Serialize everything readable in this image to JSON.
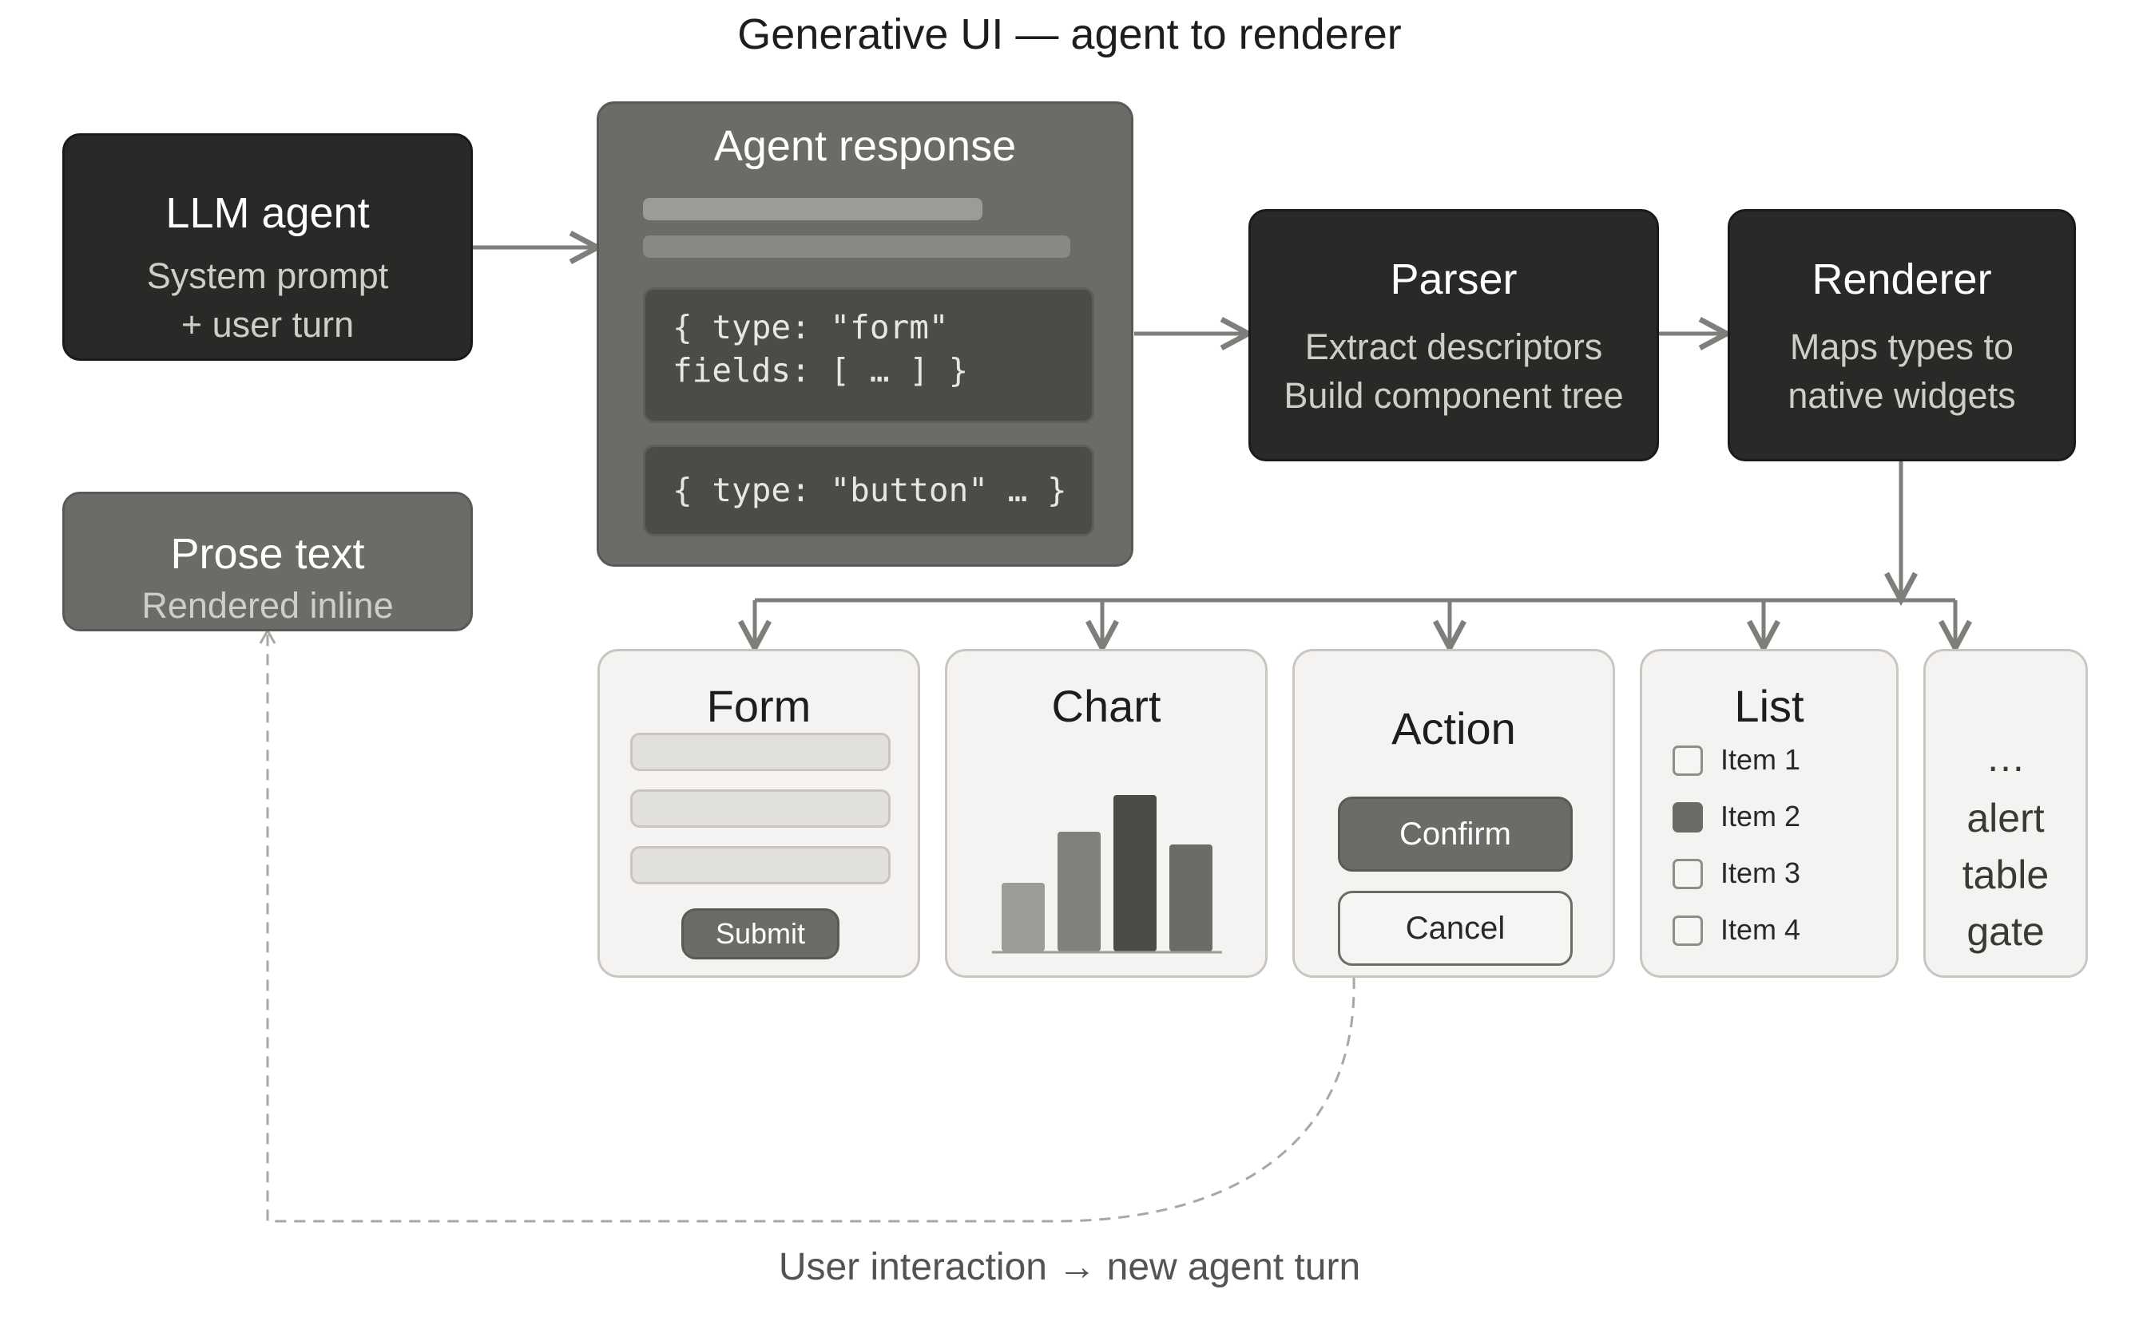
{
  "title": "Generative UI — agent to renderer",
  "llm_agent": {
    "title": "LLM agent",
    "line1": "System prompt",
    "line2": "+ user turn"
  },
  "prose_text": {
    "title": "Prose text",
    "subtitle": "Rendered inline"
  },
  "agent_response": {
    "title": "Agent response",
    "code_form": "{ type: \"form\"\nfields: [ … ] }",
    "code_button": "{ type: \"button\" … }"
  },
  "parser": {
    "title": "Parser",
    "line1": "Extract descriptors",
    "line2": "Build component tree"
  },
  "renderer": {
    "title": "Renderer",
    "line1": "Maps types to",
    "line2": "native widgets"
  },
  "cards": {
    "form": {
      "title": "Form",
      "submit": "Submit"
    },
    "chart": {
      "title": "Chart"
    },
    "action": {
      "title": "Action",
      "confirm": "Confirm",
      "cancel": "Cancel"
    },
    "list": {
      "title": "List",
      "items": [
        "Item 1",
        "Item 2",
        "Item 3",
        "Item 4"
      ],
      "checked_index": 1
    },
    "more": {
      "ellipsis": "…",
      "lines": [
        "alert",
        "table",
        "gate"
      ]
    }
  },
  "footer_caption": "User interaction → new agent turn",
  "colors": {
    "dark_box": "#2a2928",
    "mid_box": "#6c6b68",
    "card_bg": "#f4f3f1",
    "connector": "#807e7a"
  }
}
